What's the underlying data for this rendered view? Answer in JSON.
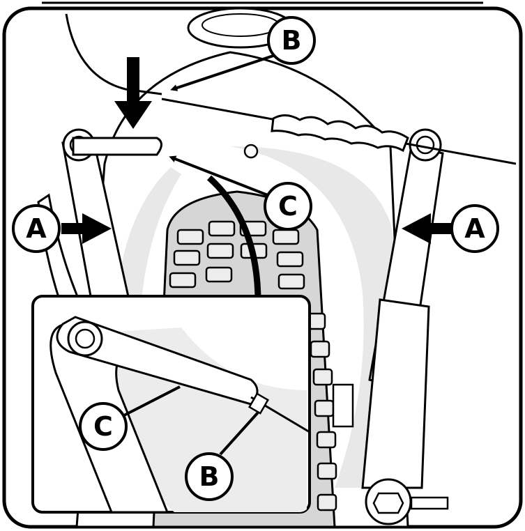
{
  "figure": {
    "callouts": {
      "a_left": "A",
      "a_right": "A",
      "b_top": "B",
      "b_inset": "B",
      "c_top": "C",
      "c_inset": "C"
    }
  }
}
